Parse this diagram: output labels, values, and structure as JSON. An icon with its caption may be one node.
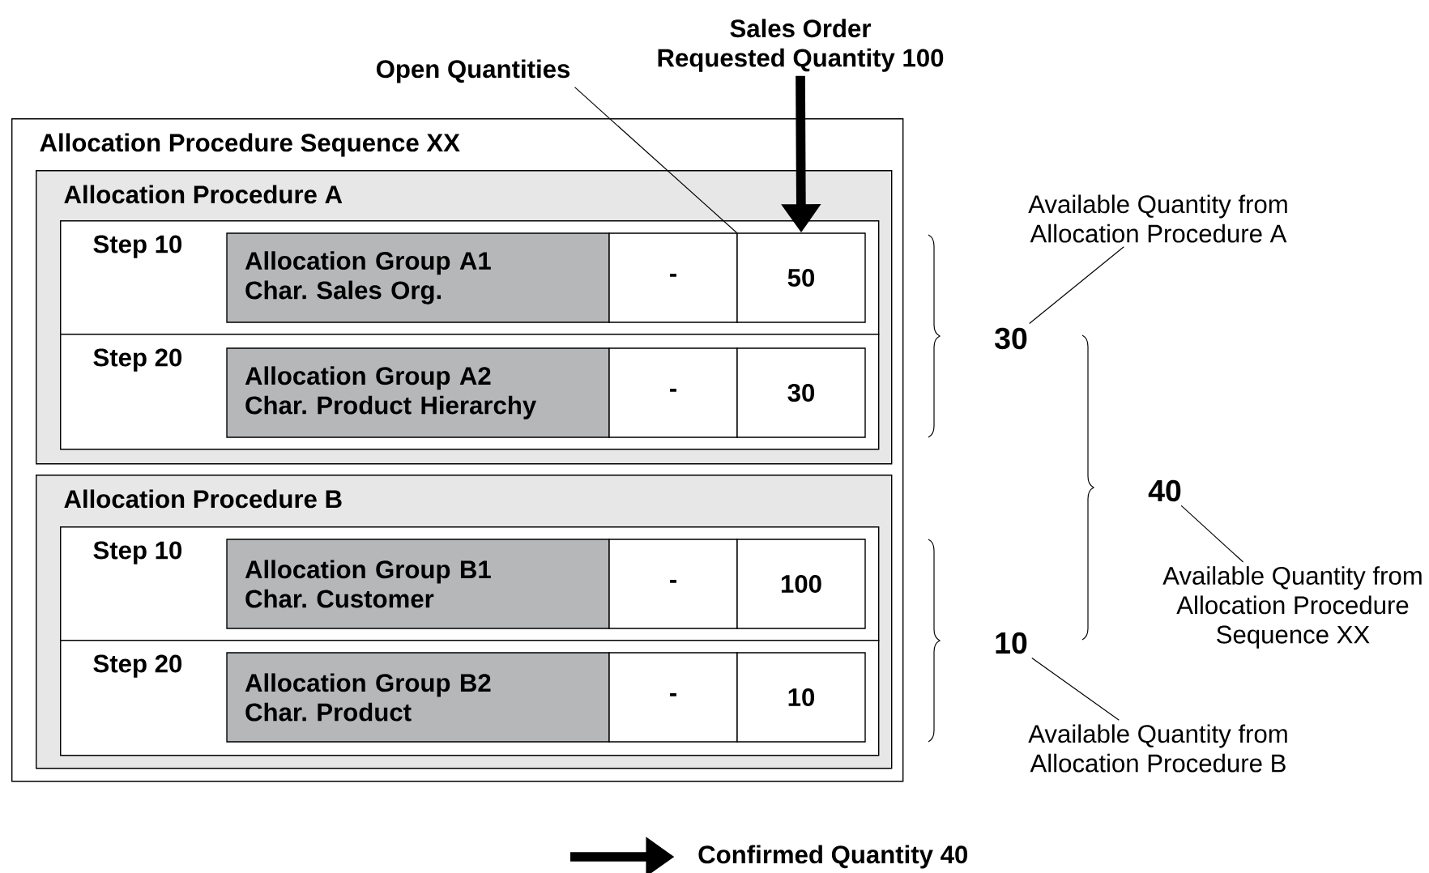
{
  "diagram": {
    "nodes": [
      {
        "text": [
          "Allocation Procedure Sequence XX"
        ]
      },
      {
        "text": [
          "Allocation Procedure A"
        ],
        "in": 0
      },
      {
        "text": [
          "Step 10"
        ],
        "in": 1
      },
      {
        "text": [
          "Allocation Group A1",
          "Char. Sales Org."
        ],
        "in": 2
      },
      {
        "text": [
          "-"
        ],
        "in": 2
      },
      {
        "text": [
          "50"
        ],
        "in": 2
      },
      {
        "text": [
          "Step 20"
        ],
        "in": 1
      },
      {
        "text": [
          "Allocation Group A2",
          "Char. Product Hierarchy"
        ],
        "in": 6
      },
      {
        "text": [
          "-"
        ],
        "in": 6
      },
      {
        "text": [
          "30"
        ],
        "in": 6
      },
      {
        "text": [
          "Allocation Procedure B"
        ],
        "in": 0
      },
      {
        "text": [
          "Step 10"
        ],
        "in": 10
      },
      {
        "text": [
          "Allocation Group B1",
          "Char. Customer"
        ],
        "in": 11
      },
      {
        "text": [
          "-"
        ],
        "in": 11
      },
      {
        "text": [
          "100"
        ],
        "in": 11
      },
      {
        "text": [
          "Step 20"
        ],
        "in": 10
      },
      {
        "text": [
          "Allocation Group B2",
          "Char. Product"
        ],
        "in": 15
      },
      {
        "text": [
          "-"
        ],
        "in": 15
      },
      {
        "text": [
          "10"
        ],
        "in": 15
      },
      {
        "text": [
          "Sales Order",
          "Requested Quantity 100"
        ]
      },
      {
        "text": [
          "Open Quantities"
        ]
      },
      {
        "text": [
          "Confirmed Quantity 40"
        ]
      },
      {
        "text": [
          "Available Quantity from Allocation Procedure A"
        ]
      },
      {
        "text": [
          "30"
        ]
      },
      {
        "text": [
          "40"
        ]
      },
      {
        "text": [
          "Available Quantity from Allocation Procedure Sequence XX"
        ]
      },
      {
        "text": [
          "10"
        ]
      },
      {
        "text": [
          "Available Quantity from Allocation Procedure B"
        ]
      }
    ],
    "edges": [
      {
        "from": 19,
        "to": 5,
        "arrow": "to",
        "style": "thick"
      },
      {
        "from": 20,
        "to": 5,
        "arrow": "none"
      },
      {
        "from": null,
        "to": 21,
        "arrow": "to",
        "style": "thick"
      },
      {
        "from": 23,
        "to": 22,
        "arrow": "none"
      },
      {
        "from": 24,
        "to": 25,
        "arrow": "none"
      },
      {
        "from": 26,
        "to": 27,
        "arrow": "none"
      }
    ]
  }
}
